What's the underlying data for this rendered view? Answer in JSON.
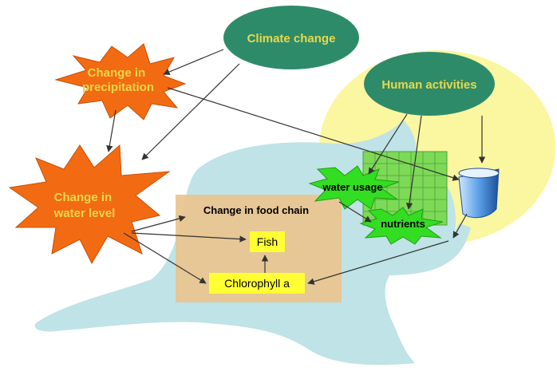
{
  "nodes": {
    "climate_change": "Climate change",
    "human_activities": "Human activities",
    "change_in_precipitation": [
      "Change in",
      "precipitation"
    ],
    "change_in_water_level": [
      "Change in",
      "water level"
    ],
    "change_in_food_chain": "Change in food chain",
    "fish": "Fish",
    "chlorophyll_a": "Chlorophyll a",
    "water_usage": "water usage",
    "nutrients": "nutrients"
  },
  "colors": {
    "ellipse_fill": "#2e8b6a",
    "yellow_area": "#fbf6a0",
    "lake": "#bfe3e6",
    "food_chain_box": "#e9c48e",
    "starburst_orange": "#f26b13",
    "starburst_green": "#33dd22",
    "grid_green": "#7ed957",
    "label_box_yellow": "#ffff33"
  }
}
